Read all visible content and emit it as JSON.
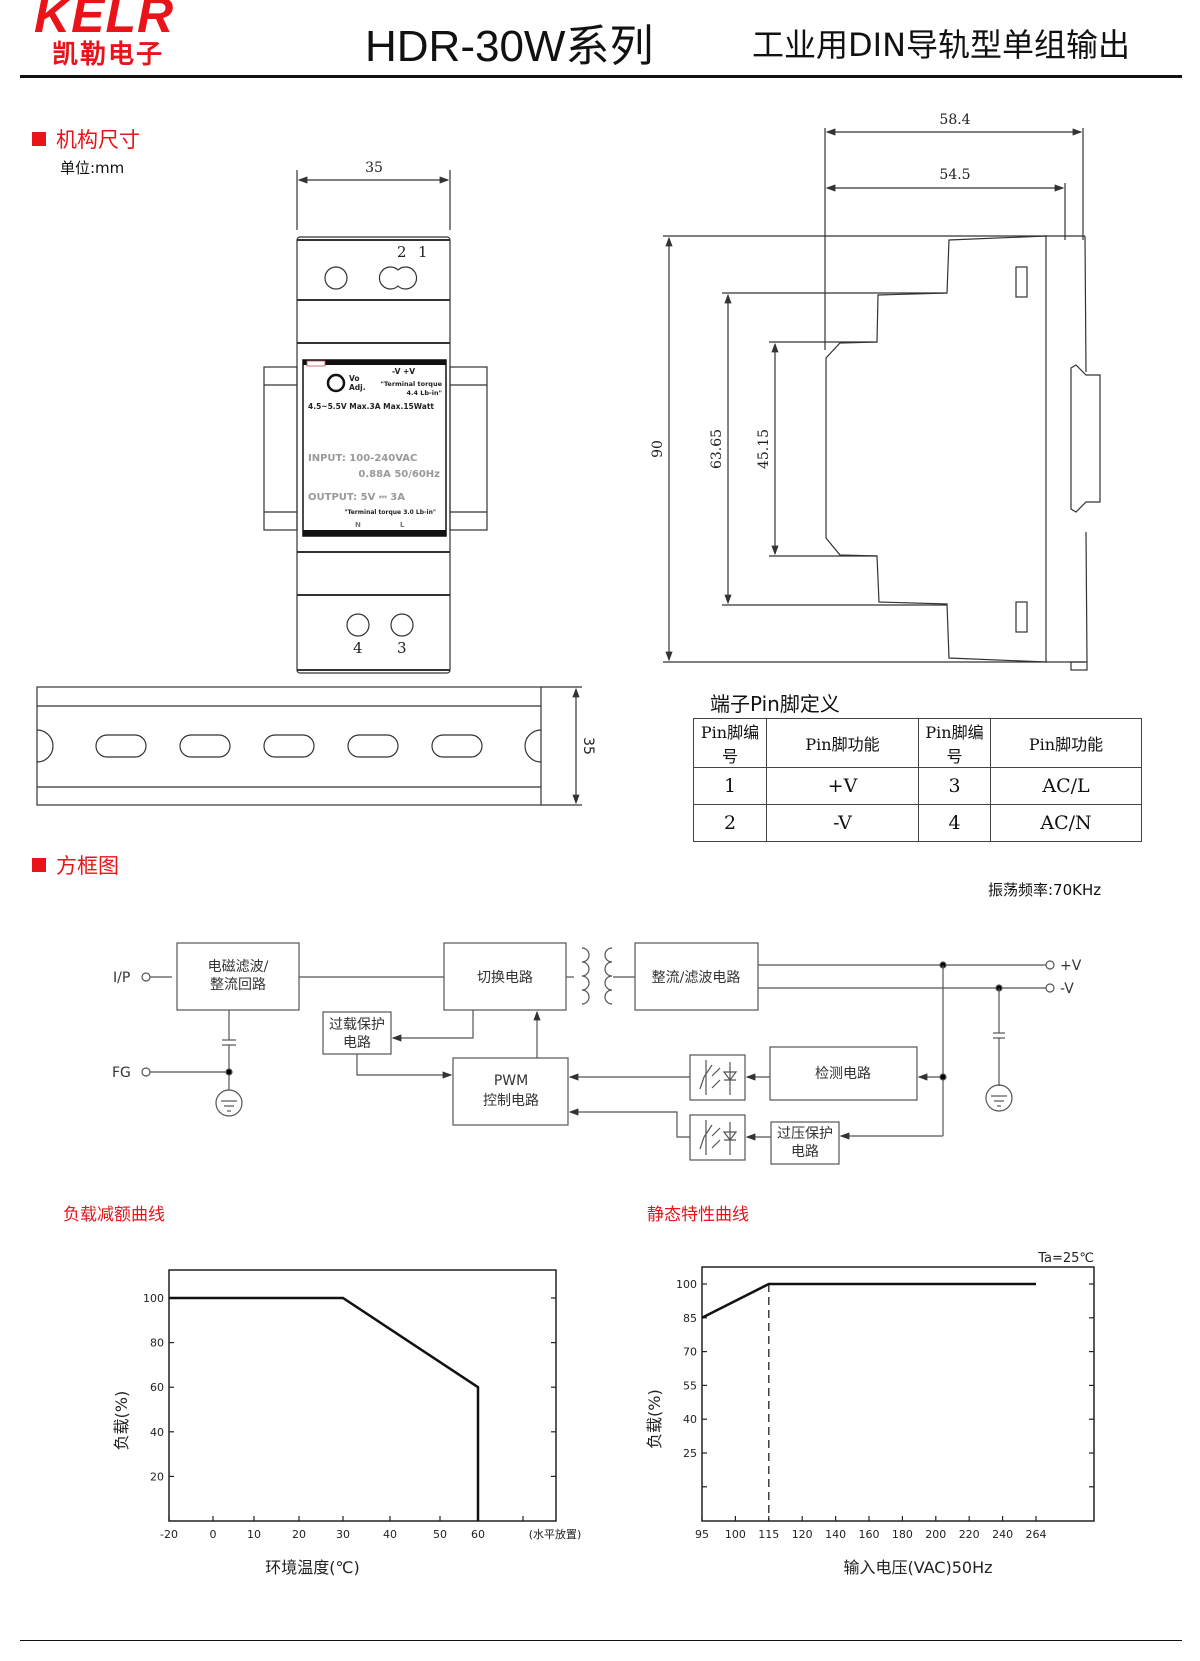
{
  "header": {
    "logo_en": "KELR",
    "logo_cn": "凯勒电子",
    "title": "HDR-30W系列",
    "subtitle": "工业用DIN导轨型单组输出"
  },
  "mechanical": {
    "section_title": "机构尺寸",
    "unit": "单位:mm",
    "front_width": "35",
    "terminal_labels": [
      "2",
      "1",
      "4",
      "3"
    ],
    "depth_total": "58.4",
    "depth_body": "54.5",
    "height_total": "90",
    "height_mid": "63.65",
    "height_inner": "45.15",
    "rail_height": "35",
    "nameplate": {
      "vo_adj": [
        "Vo",
        "Adj."
      ],
      "out_terminals": "-V   +V",
      "torque_top": [
        "\"Terminal torque",
        "4.4 Lb-in\""
      ],
      "ratings": "4.5~5.5V   Max.3A   Max.15Watt",
      "input_1": "INPUT: 100-240VAC",
      "input_2": "0.88A  50/60Hz",
      "output": "OUTPUT:   5V ⎓ 3A",
      "torque_bottom": "\"Terminal torque 3.0 Lb-in\"",
      "in_terminals": [
        "N",
        "L"
      ]
    }
  },
  "pin_table": {
    "title": "端子Pin脚定义",
    "headers": [
      "Pin脚编号",
      "Pin脚功能",
      "Pin脚编号",
      "Pin脚功能"
    ],
    "rows": [
      [
        "1",
        "+V",
        "3",
        "AC/L"
      ],
      [
        "2",
        "-V",
        "4",
        "AC/N"
      ]
    ]
  },
  "block_diagram": {
    "section_title": "方框图",
    "frequency": "振荡频率:70KHz",
    "ip": "I/P",
    "fg": "FG",
    "vplus": "+V",
    "vminus": "-V",
    "emi": [
      "电磁滤波/",
      "整流回路"
    ],
    "switching": "切换电路",
    "rectifier": "整流/滤波电路",
    "overload": [
      "过载保护",
      "电路"
    ],
    "pwm": [
      "PWM",
      "控制电路"
    ],
    "detect": "检测电路",
    "ovp": [
      "过压保护",
      "电路"
    ]
  },
  "chart_data": [
    {
      "type": "line",
      "title": "负载减额曲线",
      "xlabel": "环境温度(℃)",
      "ylabel": "负载(%)",
      "x_note": "(水平放置)",
      "x_ticks": [
        "-20",
        "0",
        "10",
        "20",
        "30",
        "40",
        "50",
        "60"
      ],
      "x_tick_values": [
        -20,
        0,
        10,
        20,
        30,
        40,
        50,
        60
      ],
      "y_ticks": [
        "20",
        "40",
        "60",
        "80",
        "100"
      ],
      "y_tick_values": [
        20,
        40,
        60,
        80,
        100
      ],
      "xlim": [
        -20,
        80
      ],
      "ylim": [
        0,
        112
      ],
      "series": [
        {
          "name": "derating",
          "x": [
            -20,
            30,
            60,
            60
          ],
          "y": [
            100,
            100,
            60,
            0
          ]
        }
      ]
    },
    {
      "type": "line",
      "title": "静态特性曲线",
      "xlabel": "输入电压(VAC)50Hz",
      "ylabel": "负载(%)",
      "annotation": "Ta=25℃",
      "x_ticks": [
        "95",
        "100",
        "115",
        "120",
        "140",
        "160",
        "180",
        "200",
        "220",
        "240",
        "264"
      ],
      "y_ticks": [
        "25",
        "40",
        "55",
        "70",
        "85",
        "100"
      ],
      "y_tick_values": [
        25,
        40,
        55,
        70,
        85,
        100
      ],
      "ylim": [
        -5,
        107
      ],
      "series": [
        {
          "name": "static",
          "x": [
            "95",
            "115",
            "264"
          ],
          "y": [
            85,
            100,
            100
          ]
        }
      ],
      "dashed_marker_x": "115"
    }
  ]
}
